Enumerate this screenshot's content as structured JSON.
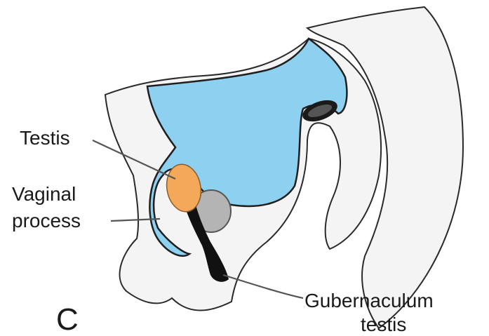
{
  "labels": {
    "testis": "Testis",
    "vaginal_line1": "Vaginal",
    "vaginal_line2": "process",
    "gubernaculum_line1": "Gubernaculum",
    "gubernaculum_line2": "testis",
    "panel": "C"
  },
  "colors": {
    "peritoneal_cavity": "#8ed0ef",
    "testis": "#f4a85a",
    "kidney_mesonephros": "#b4b4b4",
    "gubernaculum": "#111111",
    "tissue": "#f4f4f4",
    "outline": "#2a2a2a"
  }
}
